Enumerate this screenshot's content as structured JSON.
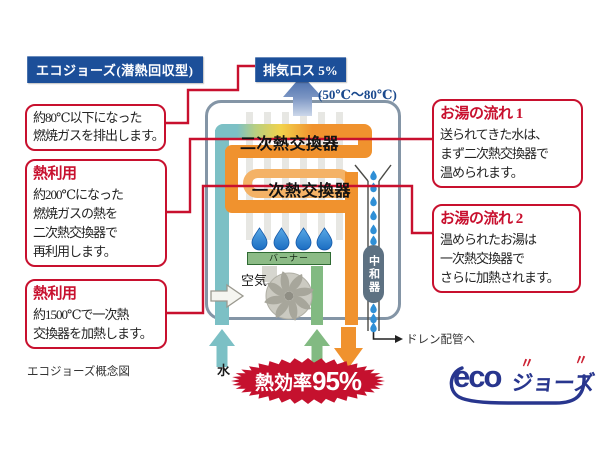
{
  "header": {
    "label": "エコジョーズ(潜熱回収型)"
  },
  "exhaust": {
    "loss_label": "排気ロス 5%",
    "temp_range": "(50℃〜80℃)"
  },
  "callouts": {
    "exhaust_note": {
      "lines": [
        "約80℃以下になった",
        "燃焼ガスを排出します。"
      ]
    },
    "heat_use_secondary": {
      "title": "熱利用",
      "lines": [
        "約200℃になった",
        "燃焼ガスの熱を",
        "二次熱交換器で",
        "再利用します。"
      ]
    },
    "heat_use_primary": {
      "title": "熱利用",
      "lines": [
        "約1500℃で一次熱",
        "交換器を加熱します。"
      ]
    },
    "water_flow_1": {
      "title": "お湯の流れ 1",
      "lines": [
        "送られてきた水は、",
        "まず二次熱交換器で",
        "温められます。"
      ]
    },
    "water_flow_2": {
      "title": "お湯の流れ 2",
      "lines": [
        "温められたお湯は",
        "一次熱交換器で",
        "さらに加熱されます。"
      ]
    }
  },
  "unit": {
    "secondary_hx": "二次熱交換器",
    "primary_hx": "一次熱交換器",
    "burner": "バーナー",
    "air": "空気",
    "neutralizer": "中和器",
    "water_inlet": "水",
    "drain_note": "ドレン配管へ"
  },
  "badge": {
    "prefix": "熱効率",
    "value": "95%"
  },
  "caption": "エコジョーズ概念図",
  "logo": {
    "eco": "eco",
    "katakana": "ジョーズ",
    "steam_mark": "〃"
  },
  "colors": {
    "red_accent": "#c8102e",
    "dark_blue": "#1c4f99",
    "pipe_orange": "#f0922e",
    "pipe_teal": "#7cc0c5",
    "coil_light_orange": "#f4b266",
    "burner_green": "#8cbb86",
    "badge_red": "#c5112e",
    "logo_navy": "#28368e",
    "flame_blue": "#1b6dc2"
  }
}
